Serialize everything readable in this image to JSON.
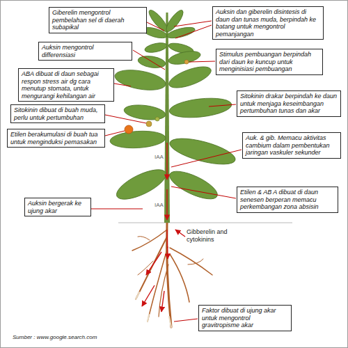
{
  "diagram": {
    "nodes": [
      {
        "text": [
          "Giberelin mengontrol pembelahan sel di daerah subapikal"
        ]
      },
      {
        "text": [
          "Auksin dan giberelin disintesis di daun dan tunas muda, berpindah ke batang untuk mengontrol pemanjangan"
        ]
      },
      {
        "text": [
          "Auksin mengontrol differensiasi"
        ]
      },
      {
        "text": [
          "Stimulus pembuangan berpindah dari daun ke kuncup untuk menginisiasi pembuangan"
        ]
      },
      {
        "text": [
          "ABA dibuat di daun sebagai respon stress air dg cara menutup stomata, untuk mengurangi kehilangan air"
        ]
      },
      {
        "text": [
          "Sitokinin drakar berpindah ke daun untuk menjaga keseimbangan pertumbuhan tunas dan akar"
        ]
      },
      {
        "text": [
          "Sitokinin dibuat di buah muda, perlu untuk pertumbuhan"
        ]
      },
      {
        "text": [
          "Etilen berakumulasi di buah tua untuk menginduksi pemasakan"
        ]
      },
      {
        "text": [
          "Auk. & gib. Memacu aktivitas cambium dalam pembentukan jaringan vaskuler sekunder"
        ]
      },
      {
        "text": [
          "Etilen & AB A dibuat di daun senesen berperan memacu perkembangan zona absisin"
        ]
      },
      {
        "text": [
          "Auksin bergerak ke ujung akar"
        ]
      },
      {
        "text": [
          "Faktor dibuat di ujung akar untuk mengontrol gravitropisme akar"
        ]
      }
    ],
    "labels": [
      "IAA",
      "IAA",
      "Gibberelin and cytokinins",
      "Sumber : www.google.search.com"
    ]
  }
}
